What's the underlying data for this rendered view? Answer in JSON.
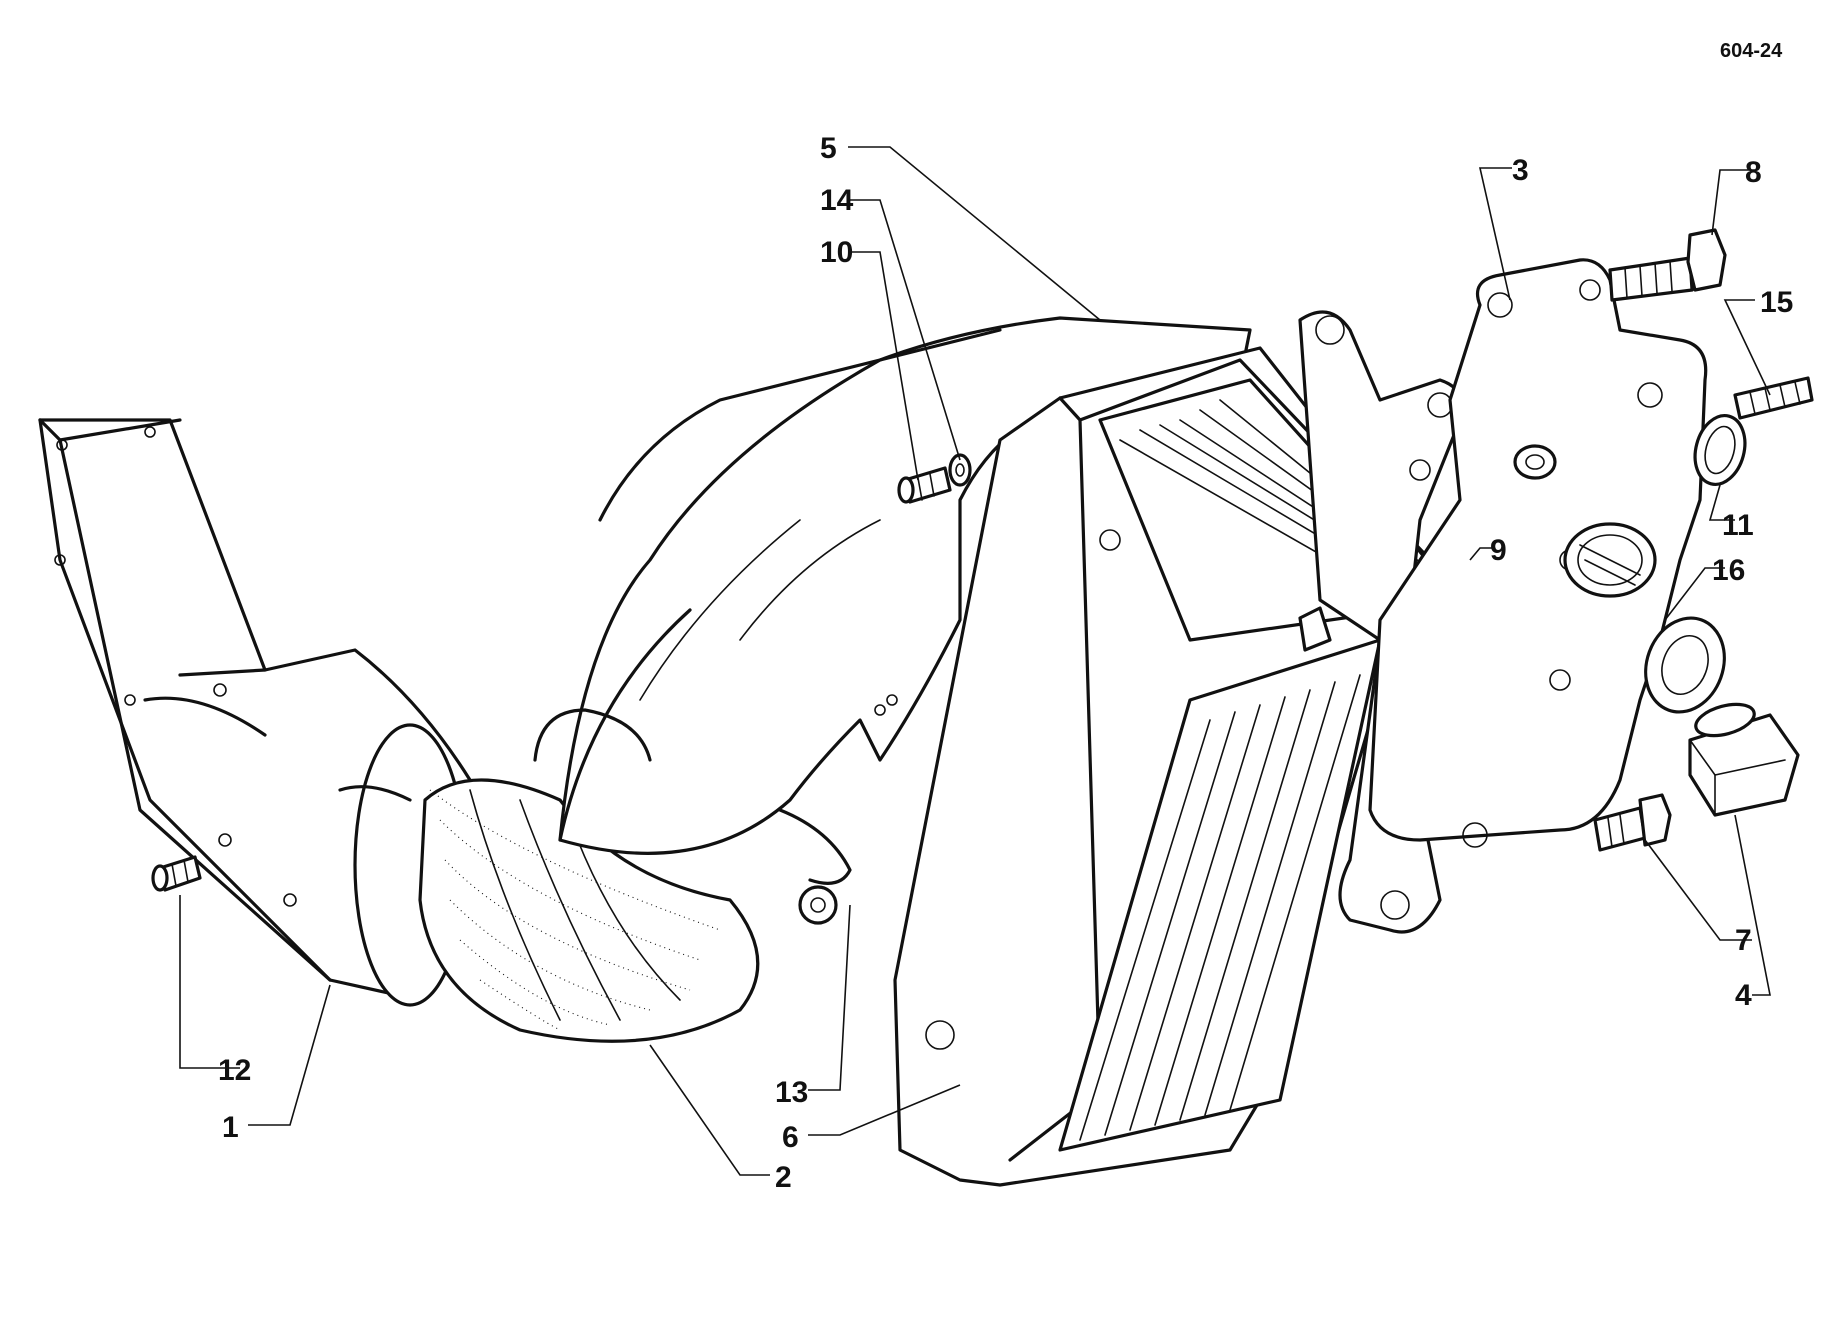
{
  "figure_code": "604-24",
  "callouts": [
    {
      "id": "1",
      "label": "1"
    },
    {
      "id": "2",
      "label": "2"
    },
    {
      "id": "3",
      "label": "3"
    },
    {
      "id": "4",
      "label": "4"
    },
    {
      "id": "5",
      "label": "5"
    },
    {
      "id": "6",
      "label": "6"
    },
    {
      "id": "7",
      "label": "7"
    },
    {
      "id": "8",
      "label": "8"
    },
    {
      "id": "9",
      "label": "9"
    },
    {
      "id": "10",
      "label": "10"
    },
    {
      "id": "11",
      "label": "11"
    },
    {
      "id": "12",
      "label": "12"
    },
    {
      "id": "13",
      "label": "13"
    },
    {
      "id": "14",
      "label": "14"
    },
    {
      "id": "15",
      "label": "15"
    },
    {
      "id": "16",
      "label": "16"
    }
  ]
}
